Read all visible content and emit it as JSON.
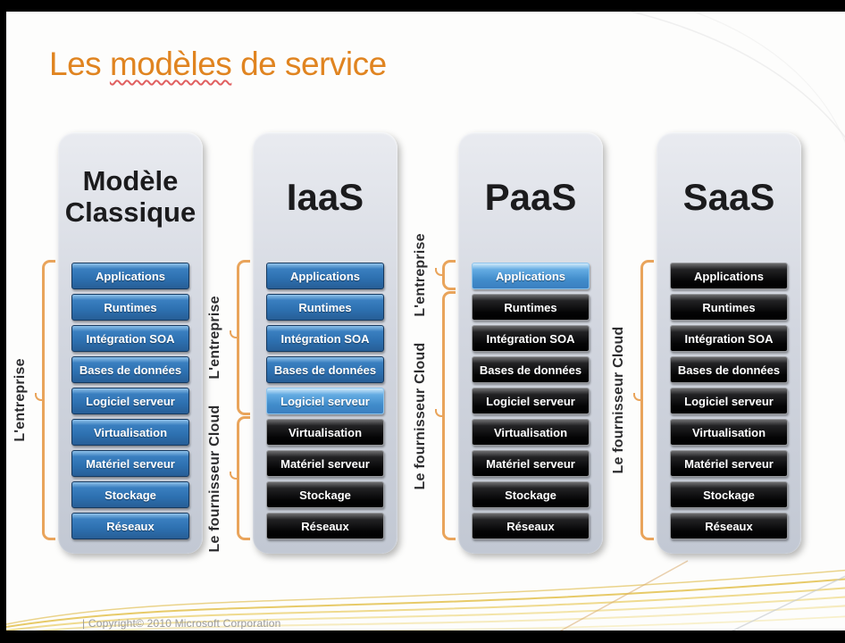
{
  "title": {
    "prefix": "Les ",
    "misspelled": "modèles",
    "suffix": " de service"
  },
  "footer": {
    "text": "| Copyright© 2010 Microsoft Corporation"
  },
  "layers": [
    "Applications",
    "Runtimes",
    "Intégration SOA",
    "Bases de données",
    "Logiciel serveur",
    "Virtualisation",
    "Matériel serveur",
    "Stockage",
    "Réseaux"
  ],
  "columns": [
    {
      "id": "modele-classique",
      "title": "Modèle Classique",
      "layers_managed_by": [
        "entreprise",
        "entreprise",
        "entreprise",
        "entreprise",
        "entreprise",
        "entreprise",
        "entreprise",
        "entreprise",
        "entreprise"
      ],
      "highlighted_layer": null,
      "brackets": [
        {
          "label": "L'entreprise",
          "from_layer": 0,
          "to_layer": 8
        }
      ]
    },
    {
      "id": "iaas",
      "title": "IaaS",
      "layers_managed_by": [
        "entreprise",
        "entreprise",
        "entreprise",
        "entreprise",
        "entreprise",
        "cloud",
        "cloud",
        "cloud",
        "cloud"
      ],
      "highlighted_layer": 4,
      "brackets": [
        {
          "label": "L'entreprise",
          "from_layer": 0,
          "to_layer": 4
        },
        {
          "label": "Le fournisseur Cloud",
          "from_layer": 5,
          "to_layer": 8
        }
      ]
    },
    {
      "id": "paas",
      "title": "PaaS",
      "layers_managed_by": [
        "entreprise",
        "cloud",
        "cloud",
        "cloud",
        "cloud",
        "cloud",
        "cloud",
        "cloud",
        "cloud"
      ],
      "highlighted_layer": 0,
      "brackets": [
        {
          "label": "L'entreprise",
          "from_layer": 0,
          "to_layer": 0
        },
        {
          "label": "Le fournisseur Cloud",
          "from_layer": 1,
          "to_layer": 8
        }
      ]
    },
    {
      "id": "saas",
      "title": "SaaS",
      "layers_managed_by": [
        "cloud",
        "cloud",
        "cloud",
        "cloud",
        "cloud",
        "cloud",
        "cloud",
        "cloud",
        "cloud"
      ],
      "highlighted_layer": null,
      "brackets": [
        {
          "label": "Le fournisseur Cloud",
          "from_layer": 0,
          "to_layer": 8
        }
      ]
    }
  ],
  "colors": {
    "title_orange": "#e08420",
    "bracket_orange": "#e9a45b",
    "layer_blue": "#2d70b0",
    "layer_blue_highlight": "#63abe2",
    "layer_black": "#050506",
    "column_silver": "#d3d7e0",
    "spellcheck_red": "#e06060",
    "swoosh_gold": "#e3c14e"
  }
}
